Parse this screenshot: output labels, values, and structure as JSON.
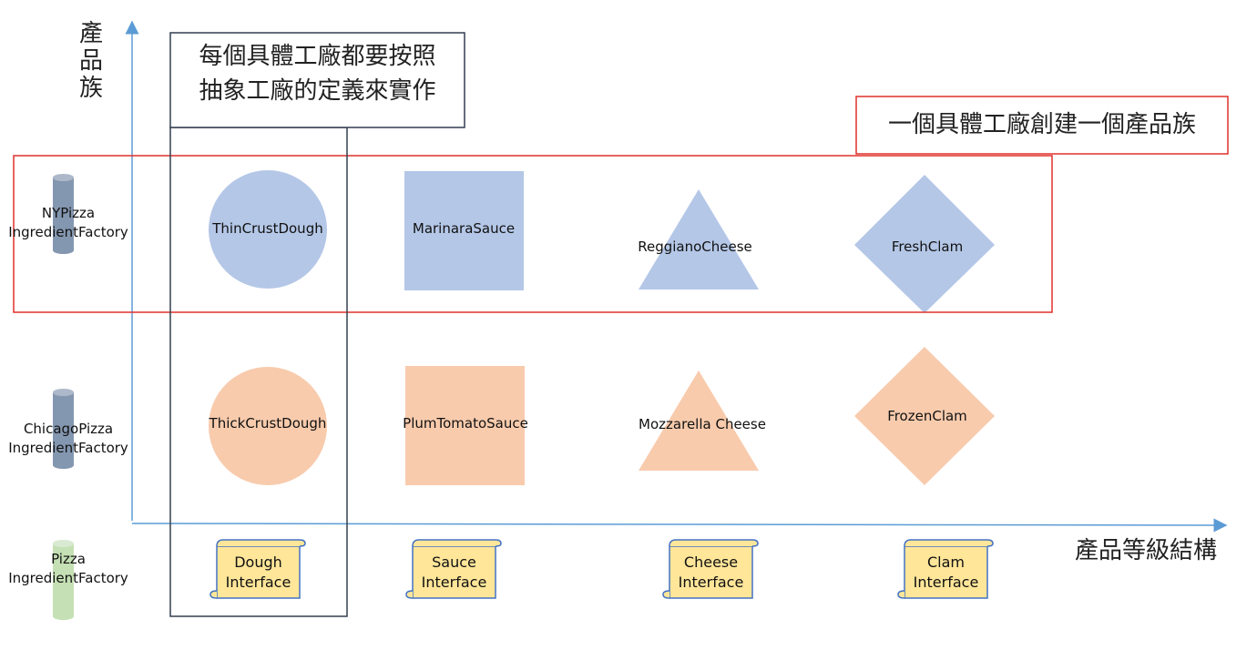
{
  "axes": {
    "y_label": "產\n品\n族",
    "x_label": "產品等級結構"
  },
  "callouts": {
    "factory_rule": "每個具體工廠都要按照\n抽象工廠的定義來實作",
    "family_rule": "一個具體工廠創建一個產品族"
  },
  "factories": {
    "ny": "NYPizza\nIngredientFactory",
    "chicago": "ChicagoPizza\nIngredientFactory",
    "abstract": "Pizza\nIngredientFactory"
  },
  "products": {
    "ny": [
      "ThinCrustDough",
      "MarinaraSauce",
      "ReggianoCheese",
      "FreshClam"
    ],
    "chicago": [
      "ThickCrustDough",
      "PlumTomatoSauce",
      "Mozzarella Cheese",
      "FrozenClam"
    ]
  },
  "interfaces": [
    "Dough\nInterface",
    "Sauce\nInterface",
    "Cheese\nInterface",
    "Clam\nInterface"
  ],
  "colors": {
    "ny_fill": "#b4c7e7",
    "chicago_fill": "#f8cbad",
    "axis": "#5b9bd5",
    "family_box": "#e0302c",
    "column_box": "#333f4f",
    "interface_fill": "#ffe699",
    "interface_stroke": "#4472c4",
    "cylinder_dark": "#8497b0",
    "cylinder_light": "#c5e0b4"
  }
}
